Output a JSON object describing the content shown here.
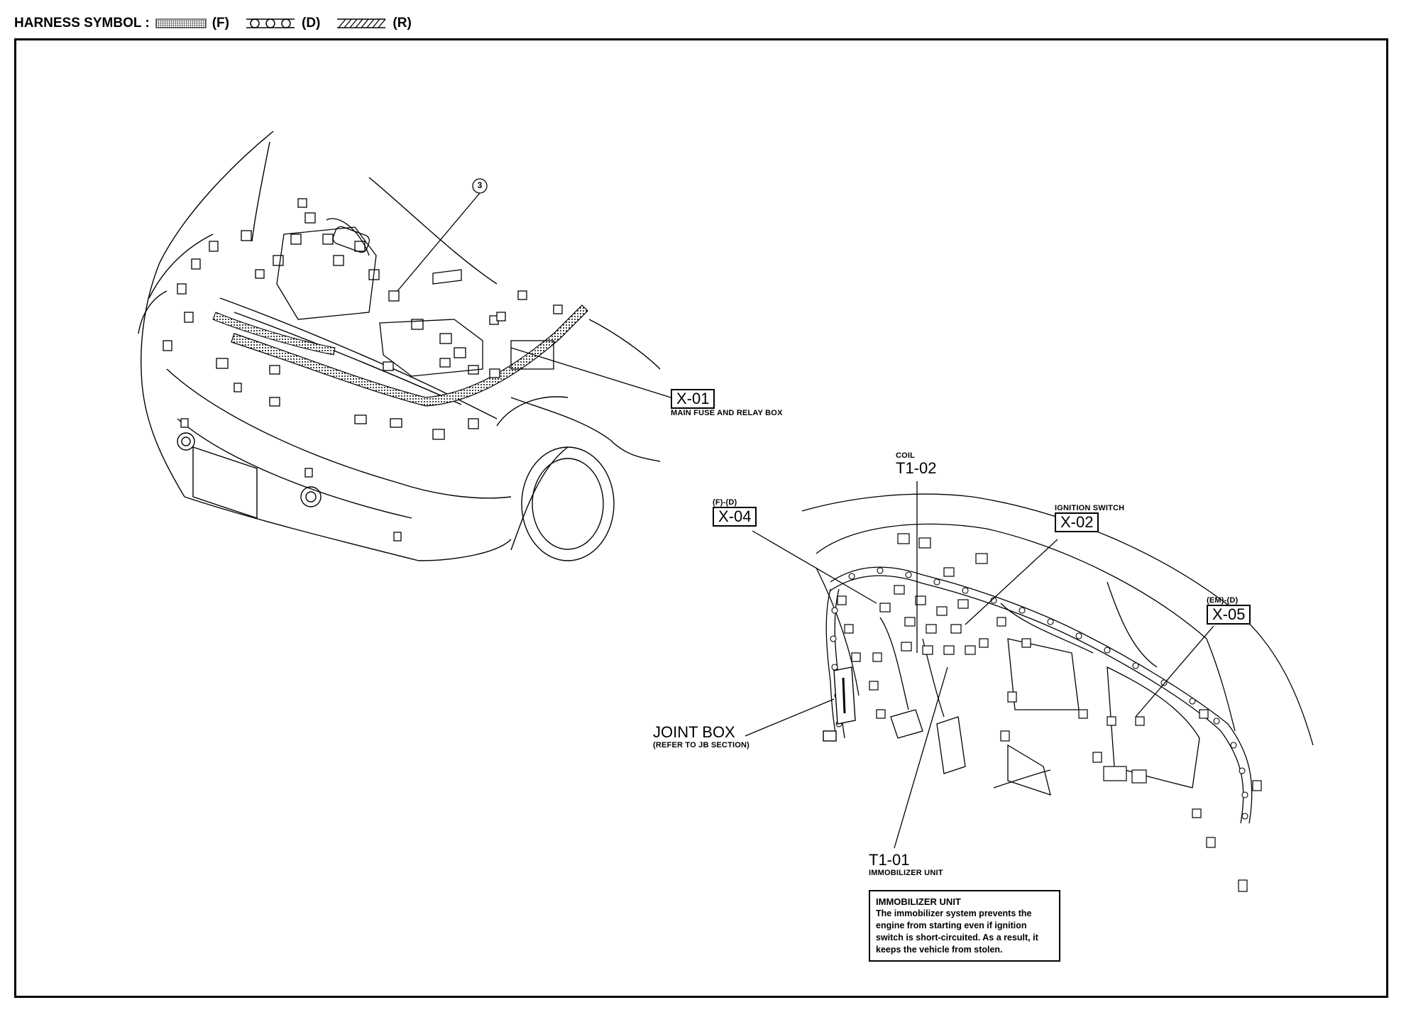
{
  "legend": {
    "label": "HARNESS SYMBOL :",
    "items": [
      {
        "code": "(F)",
        "pattern": "dotted"
      },
      {
        "code": "(D)",
        "pattern": "circles"
      },
      {
        "code": "(R)",
        "pattern": "hatched"
      }
    ]
  },
  "callouts": {
    "circle3": "3",
    "x01": {
      "code": "X-01",
      "desc": "MAIN FUSE AND RELAY BOX"
    },
    "t102": {
      "code": "T1-02",
      "desc": "COIL"
    },
    "x02": {
      "code": "X-02",
      "desc": "IGNITION SWITCH"
    },
    "x04": {
      "code": "X-04",
      "desc": "(F)-(D)"
    },
    "x05": {
      "code": "X-05",
      "desc": "(EM)-(D)"
    },
    "jointbox": {
      "code": "JOINT BOX",
      "desc": "(REFER TO JB SECTION)"
    },
    "t101": {
      "code": "T1-01",
      "desc": "IMMOBILIZER UNIT"
    }
  },
  "note": {
    "title": "IMMOBILIZER UNIT",
    "body": "The immobilizer system prevents the engine from starting even if ignition switch is short-circuited. As a result, it keeps the vehicle from stolen."
  }
}
